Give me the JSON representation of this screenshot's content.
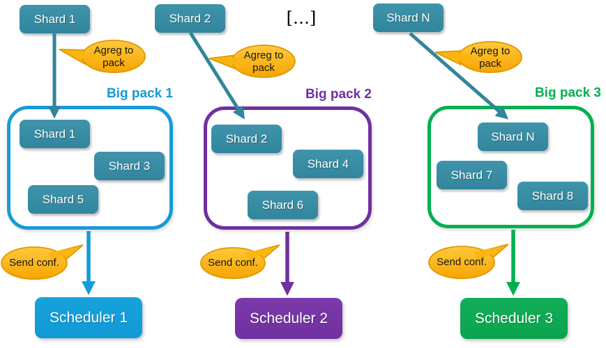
{
  "title_ellipsis": "[…]",
  "colors": {
    "shard_fill": "#31859C",
    "pack1_accent": "#1A9AD7",
    "pack2_accent": "#7030A0",
    "pack3_accent": "#00B050",
    "scheduler1_fill": "#0F9AD6",
    "scheduler2_fill": "#7030A0",
    "scheduler3_fill": "#0BA44E",
    "bubble_fill": "#FBB511",
    "arrow_teal": "#31859C"
  },
  "columns": [
    {
      "source_shard": "Shard 1",
      "aggregate_bubble": "Agreg to pack",
      "pack_label": "Big pack 1",
      "pack_shards": [
        "Shard 1",
        "Shard 3",
        "Shard 5"
      ],
      "send_bubble": "Send conf.",
      "scheduler": "Scheduler 1"
    },
    {
      "source_shard": "Shard 2",
      "aggregate_bubble": "Agreg to pack",
      "pack_label": "Big pack 2",
      "pack_shards": [
        "Shard 2",
        "Shard 4",
        "Shard 6"
      ],
      "send_bubble": "Send conf.",
      "scheduler": "Scheduler 2"
    },
    {
      "source_shard": "Shard N",
      "aggregate_bubble": "Agreg to pack",
      "pack_label": "Big pack 3",
      "pack_shards": [
        "Shard N",
        "Shard 7",
        "Shard 8"
      ],
      "send_bubble": "Send conf.",
      "scheduler": "Scheduler 3"
    }
  ]
}
